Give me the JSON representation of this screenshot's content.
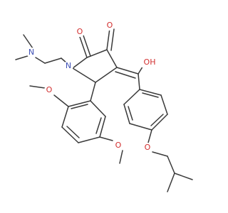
{
  "molecule": {
    "atom_labels": {
      "oxygen_ketone_left": "O",
      "oxygen_ketone_right": "O",
      "nitrogen_ring": "N",
      "nitrogen_amine": "N",
      "hydroxyl": "OH",
      "methoxy_top": "O",
      "methoxy_bottom": "O",
      "ether_oxygen": "O"
    },
    "colors": {
      "bond": "#3a3a3a",
      "oxygen": "#d22f2f",
      "nitrogen": "#3d4fb5"
    }
  }
}
